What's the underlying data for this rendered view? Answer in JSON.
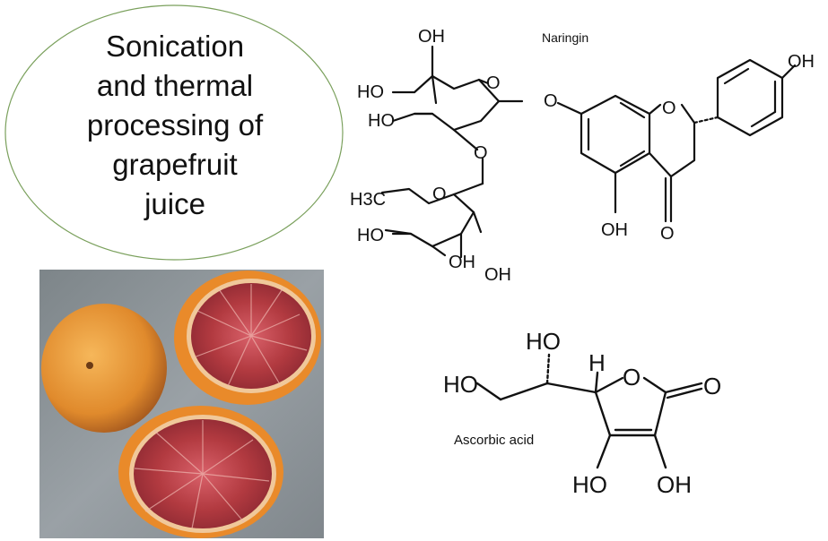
{
  "title": {
    "lines": [
      "Sonication",
      "and thermal",
      "processing of",
      "grapefruit",
      "juice"
    ]
  },
  "colors": {
    "ellipse_stroke": "#7aa05c",
    "fruit_peel": "#e8912e",
    "fruit_flesh": "#b8383e",
    "background_photo": "#8c9398",
    "ink": "#111111"
  },
  "naringin": {
    "name": "Naringin",
    "atoms": {
      "oh_top": "OH",
      "ho_left1": "HO",
      "ho_left2": "HO",
      "o_ring1": "O",
      "o_link1": "O",
      "o_link2": "O",
      "h3c": "H3C",
      "o_ring2": "O",
      "ho_left3": "HO",
      "oh_bottom1": "OH",
      "oh_bottom2": "OH",
      "o_ring3": "O",
      "oh_right": "OH",
      "oh_bottom3": "OH",
      "o_keto": "O"
    }
  },
  "ascorbic_acid": {
    "name": "Ascorbic acid",
    "atoms": {
      "ho_top": "HO",
      "ho_left": "HO",
      "h": "H",
      "o_ring": "O",
      "o_keto": "O",
      "ho_bottom": "HO",
      "oh_bottom": "OH"
    }
  }
}
